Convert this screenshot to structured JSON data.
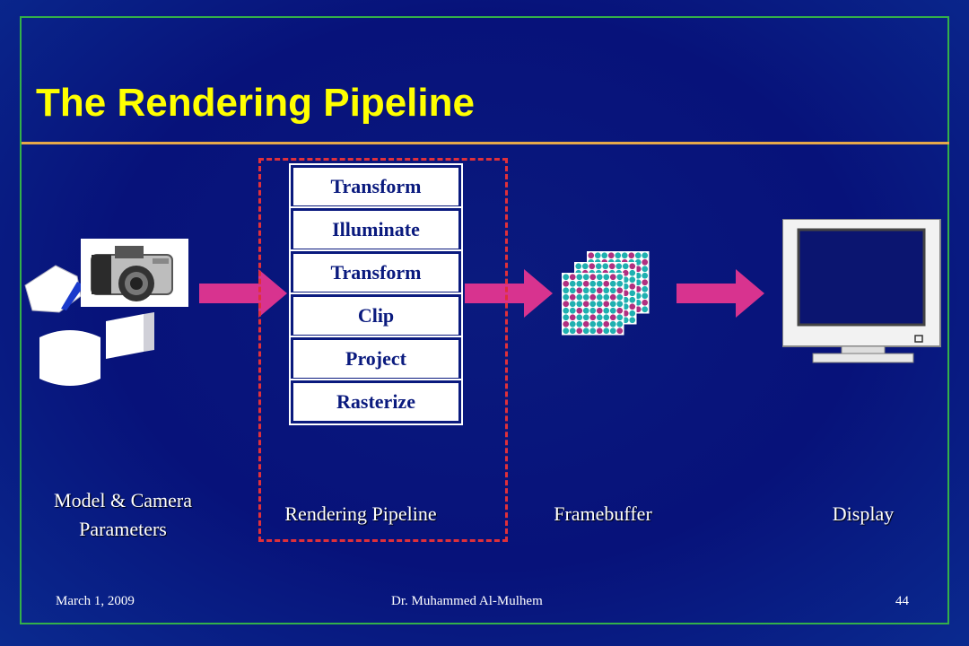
{
  "slide": {
    "title": "The Rendering Pipeline"
  },
  "pipeline": {
    "stages": [
      "Transform",
      "Illuminate",
      "Transform",
      "Clip",
      "Project",
      "Rasterize"
    ]
  },
  "labels": {
    "model_line1": "Model & Camera",
    "model_line2": "Parameters",
    "rendering_pipeline": "Rendering Pipeline",
    "framebuffer": "Framebuffer",
    "display": "Display"
  },
  "footer": {
    "date": "March 1, 2009",
    "author": "Dr. Muhammed Al-Mulhem",
    "page": "44"
  },
  "colors": {
    "background": "#07127a",
    "title": "#ffff00",
    "frame": "#33b04a",
    "rule": "#e6a84a",
    "pipeline_border": "#e0303a",
    "arrow": "#d8338f",
    "pixel_cyan": "#1fb0b0",
    "pixel_magenta": "#b03080"
  },
  "icons": [
    "camera-icon",
    "cube-icon",
    "cylinder-icon",
    "pentagon-shape-icon",
    "framebuffer-grid-icon",
    "monitor-icon",
    "arrow-right-icon"
  ]
}
